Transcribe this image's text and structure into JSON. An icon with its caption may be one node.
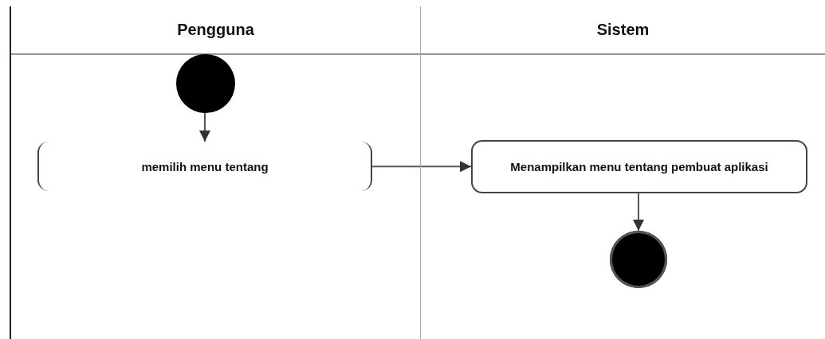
{
  "diagram": {
    "nodes": [
      {
        "text": [
          "Pengguna"
        ]
      },
      {
        "text": [
          "Sistem"
        ]
      },
      {
        "text": [],
        "shape": "circle",
        "in": 0
      },
      {
        "text": [
          "memilih menu tentang"
        ],
        "in": 0
      },
      {
        "text": [
          "Menampilkan menu tentang pembuat aplikasi"
        ],
        "in": 1
      },
      {
        "text": [],
        "shape": "circle",
        "in": 1
      }
    ],
    "edges": [
      {
        "from": 2,
        "to": 3,
        "arrow": "to"
      },
      {
        "from": 3,
        "to": 4,
        "arrow": "to"
      },
      {
        "from": 4,
        "to": 5,
        "arrow": "to"
      }
    ]
  }
}
